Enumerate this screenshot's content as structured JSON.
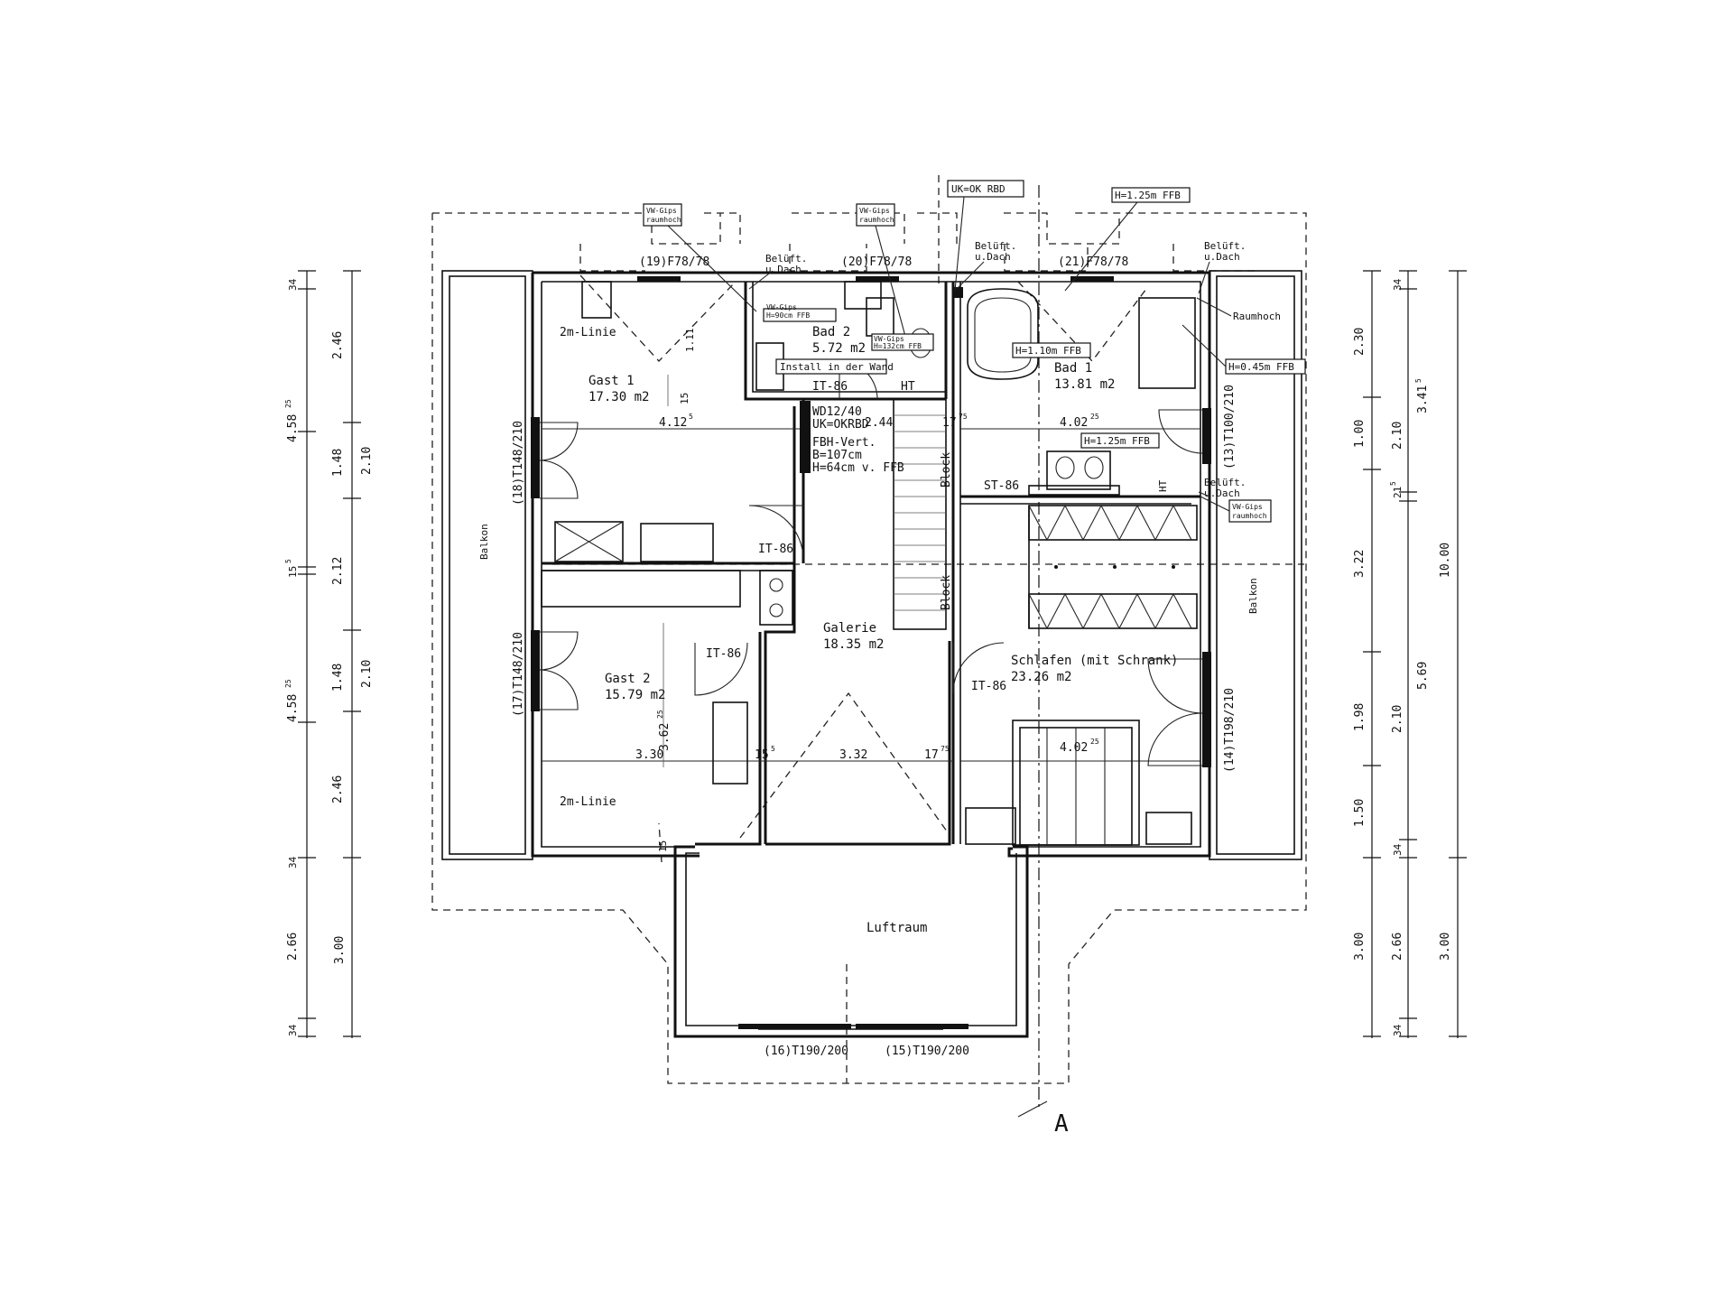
{
  "rooms": {
    "gast1": {
      "name": "Gast 1",
      "area": "17.30 m2"
    },
    "gast2": {
      "name": "Gast 2",
      "area": "15.79 m2"
    },
    "bad2": {
      "name": "Bad 2",
      "area": "5.72 m2"
    },
    "bad1": {
      "name": "Bad 1",
      "area": "13.81 m2"
    },
    "galerie": {
      "name": "Galerie",
      "area": "18.35 m2"
    },
    "schlafen": {
      "name": "Schlafen (mit Schrank)",
      "area": "23.26 m2"
    },
    "luftraum": {
      "name": "Luftraum"
    },
    "balkon_left": {
      "name": "Balkon"
    },
    "balkon_right": {
      "name": "Balkon"
    }
  },
  "windows": {
    "w19": "(19)F78/78",
    "w20": "(20)F78/78",
    "w21": "(21)F78/78",
    "d18": "(18)T148/210",
    "d17": "(17)T148/210",
    "d13": "(13)T100/210",
    "d14": "(14)T198/210",
    "d16": "(16)T190/200",
    "d15": "(15)T190/200"
  },
  "doors": {
    "it86": "IT-86",
    "st86": "ST-86",
    "ht": "HT"
  },
  "notes": {
    "vw_gips": "VW-Gips",
    "raumhoch": "raumhoch",
    "belueft": "Belüft.",
    "udach": "u.Dach",
    "h90": "H=90cm FFB",
    "h125": "H=1.25m FFB",
    "h110": "H=1.10m FFB",
    "h045": "H=0.45m FFB",
    "h132": "H=132cm FFB",
    "uk_ok": "UK=OK RBD",
    "install": "Install in der Wand",
    "raumhoch_cap": "Raumhoch",
    "zwei_m": "2m-Linie",
    "wd": "WD12/40",
    "uk_okrbd": "UK=OKRBD",
    "fbh": "FBH-Vert.",
    "b107": "B=107cm",
    "h64": "H=64cm v. FFB",
    "block": "Block",
    "section": "A"
  },
  "dims": {
    "left_outer": [
      "34",
      "2.46",
      "4.58",
      "25",
      "1.48",
      "15",
      "5",
      "2.12",
      "1.48",
      "4.58",
      "25",
      "2.46",
      "34",
      "2.66",
      "34"
    ],
    "left_inner": [
      "2.10",
      "2.10",
      "3.00"
    ],
    "right_a": [
      "2.30",
      "1.00",
      "3.22",
      "1.98",
      "1.50",
      "3.00"
    ],
    "right_b": [
      "34",
      "2.10",
      "21",
      "5",
      "2.10",
      "34",
      "2.66",
      "34"
    ],
    "right_c": [
      "3.41",
      "5",
      "5.69"
    ],
    "right_d": [
      "10.00",
      "3.00"
    ],
    "horizontal": {
      "d412": "4.12",
      "s5": "5",
      "d244": "2.44",
      "d17": "17",
      "s75": "75",
      "d402": "4.02",
      "s25": "25",
      "d330": "3.30",
      "d362": "3.62",
      "d15": "15",
      "d332": "3.32",
      "d1775": "17",
      "d1_11": "1.11",
      "d15v": "15"
    }
  }
}
